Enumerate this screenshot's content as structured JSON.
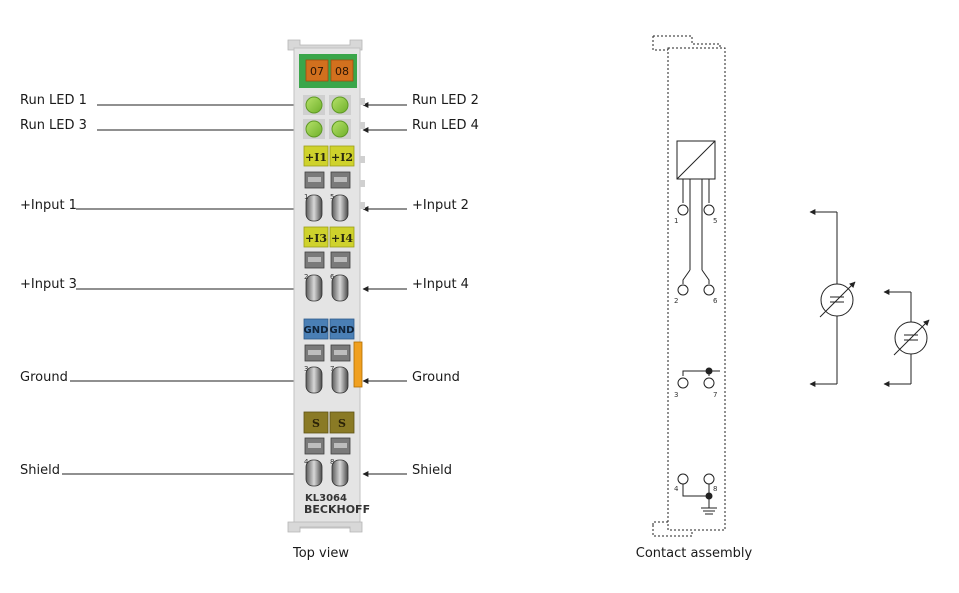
{
  "left_labels": {
    "run_led_1": "Run LED 1",
    "run_led_3": "Run LED 3",
    "input_1": "+Input 1",
    "input_3": "+Input 3",
    "ground": "Ground",
    "shield": "Shield"
  },
  "right_labels": {
    "run_led_2": "Run LED 2",
    "run_led_4": "Run LED 4",
    "input_2": "+Input 2",
    "input_4": "+Input 4",
    "ground": "Ground",
    "shield": "Shield"
  },
  "terminal": {
    "header_labels": [
      "07",
      "08"
    ],
    "channel_labels": [
      "+I1",
      "+I2",
      "+I3",
      "+I4"
    ],
    "gnd_labels": [
      "GND",
      "GND"
    ],
    "shield_labels": [
      "S",
      "S"
    ],
    "contact_numbers": [
      "1",
      "5",
      "2",
      "6",
      "3",
      "7",
      "4",
      "8"
    ],
    "model": "KL3064",
    "brand": "BECKHOFF"
  },
  "schematic": {
    "contact_numbers": [
      "1",
      "5",
      "2",
      "6",
      "3",
      "7",
      "4",
      "8"
    ]
  },
  "captions": {
    "top_view": "Top view",
    "contact_assembly": "Contact assembly"
  },
  "colors": {
    "led_green": "#8cc83c",
    "header_green": "#3aa64a",
    "header_orange": "#d2701e",
    "channel_yellow": "#cfd22c",
    "gnd_blue": "#4a7fb5",
    "shield_olive": "#8a7a25",
    "shield_contact_orange": "#f0a020",
    "housing_gray": "#e4e4e4"
  }
}
